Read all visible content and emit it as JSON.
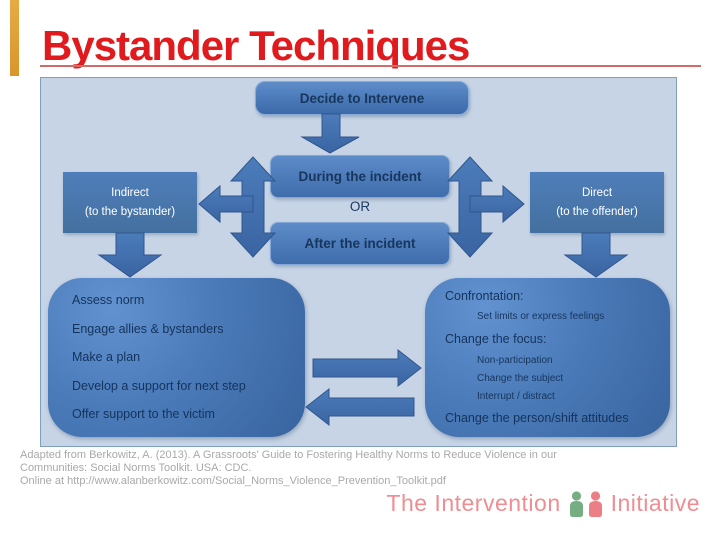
{
  "slide": {
    "title": "Bystander Techniques",
    "decide_label": "Decide to Intervene",
    "indirect_box": {
      "line1": "Indirect",
      "line2": "(to the bystander)"
    },
    "direct_box": {
      "line1": "Direct",
      "line2": "(to the offender)"
    },
    "during_label": "During the incident",
    "or_label": "OR",
    "after_label": "After the incident",
    "left_list": [
      "Assess norm",
      "Engage allies & bystanders",
      "Make a plan",
      "Develop a support for next step",
      "Offer support to the victim"
    ],
    "right_list": [
      {
        "text": "Confrontation:",
        "level": 0
      },
      {
        "text": "Set limits or express feelings",
        "level": 1
      },
      {
        "text": "Change the focus:",
        "level": 0
      },
      {
        "text": "Non-participation",
        "level": 1
      },
      {
        "text": "Change the subject",
        "level": 1
      },
      {
        "text": "Interrupt / distract",
        "level": 1
      },
      {
        "text": "Change the person/shift attitudes",
        "level": 0
      }
    ],
    "footer_lines": [
      "Adapted from Berkowitz, A. (2013). A Grassroots' Guide to Fostering Healthy Norms to Reduce Violence in our",
      "Communities: Social Norms Toolkit.  USA: CDC.",
      "Online at http://www.alanberkowitz.com/Social_Norms_Violence_Prevention_Toolkit.pdf"
    ],
    "logo": {
      "prefix": "The Intervention",
      "suffix": "Initiative"
    },
    "colors": {
      "title_red": "#e01a1d",
      "accent_orange": "#dd9a2e",
      "panel_background": "#c6d4e6",
      "panel_border": "#7f9fbf",
      "box_blue": "#4f81bd",
      "box_blue_dark": "#3a66a2",
      "text_navy": "#17365d",
      "footer_gray": "#a9a9a9",
      "logo_pink": "#ef8d92",
      "logo_green": "#74ae82"
    }
  }
}
